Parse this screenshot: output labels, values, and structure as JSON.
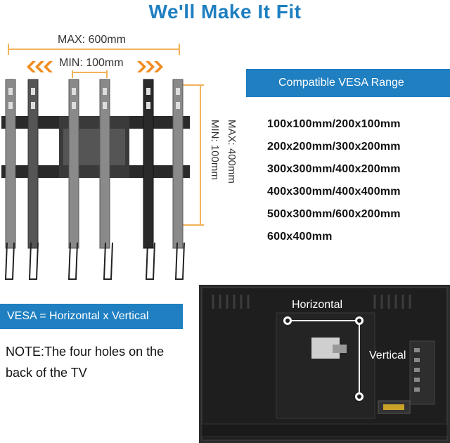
{
  "title": "We'll Make It Fit",
  "dimensions": {
    "max_width": "MAX: 600mm",
    "min_width": "MIN: 100mm",
    "max_height": "MAX: 400mm",
    "min_height": "MIN: 100mm"
  },
  "vesa_range": {
    "heading": "Compatible VESA Range",
    "items": [
      "100x100mm/200x100mm",
      "200x200mm/300x200mm",
      "300x300mm/400x200mm",
      "400x300mm/400x400mm",
      "500x300mm/600x200mm",
      "600x400mm"
    ]
  },
  "formula": "VESA = Horizontal x Vertical",
  "note": "NOTE:The four holes on the back of the TV",
  "tv": {
    "horizontal_label": "Horizontal",
    "vertical_label": "Vertical"
  },
  "colors": {
    "accent": "#1f7fc1",
    "dimension_lines": "#f2b35a",
    "arrows": "#f08c22"
  }
}
